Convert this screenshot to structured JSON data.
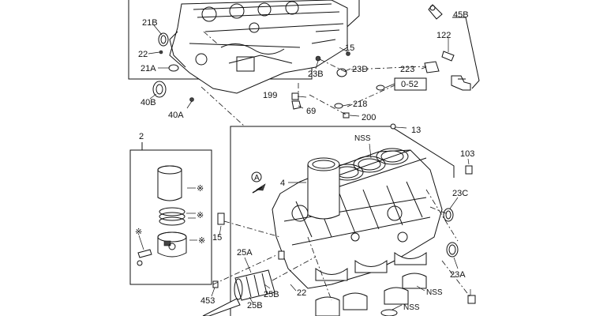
{
  "labels": {
    "l21b": "21B",
    "l22a": "22",
    "l21a": "21A",
    "l40b": "40B",
    "l40a": "40A",
    "l15a": "15",
    "l23b": "23B",
    "l23d": "23D",
    "l45b": "45B",
    "l122": "122",
    "l223": "223",
    "l052": "0-52",
    "l199": "199",
    "l218": "218",
    "l69": "69",
    "l200": "200",
    "l13": "13",
    "l2": "2",
    "lnss1": "NSS",
    "l103": "103",
    "l4": "4",
    "lviewA": "A",
    "l23c": "23C",
    "l15b": "15",
    "l25a": "25A",
    "l23a": "23A",
    "l453": "453",
    "l25b1": "25B",
    "l25b2": "25B",
    "l22b": "22",
    "lnss2": "NSS",
    "lnss3": "NSS",
    "star1": "※",
    "star2": "※",
    "star3": "※",
    "star4": "※"
  },
  "colors": {
    "line": "#111111",
    "background": "#ffffff"
  }
}
